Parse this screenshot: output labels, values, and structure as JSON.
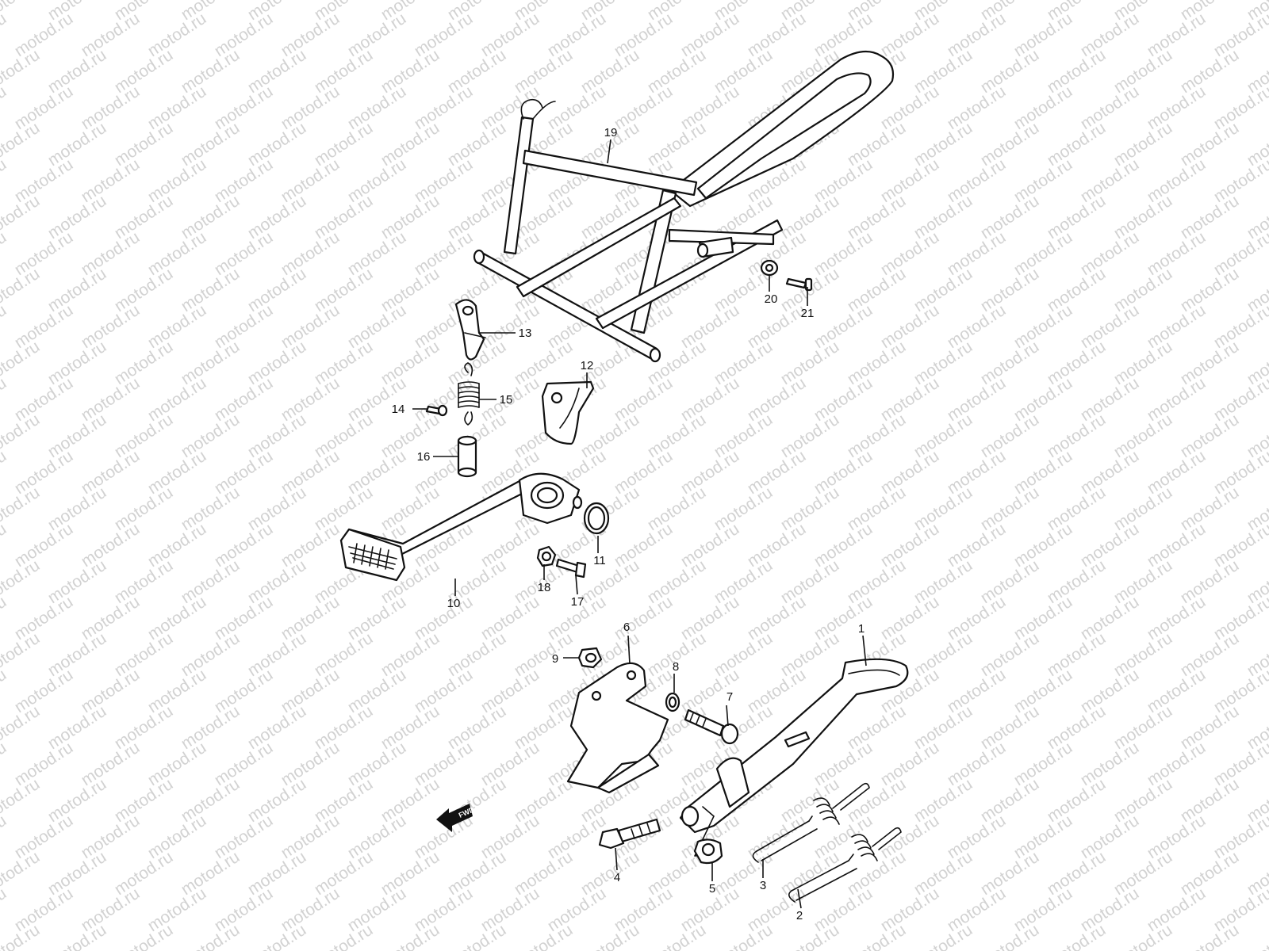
{
  "watermark": "motod.ru",
  "fwd_label": "FWD",
  "callouts": [
    "1",
    "2",
    "3",
    "4",
    "5",
    "6",
    "7",
    "8",
    "9",
    "10",
    "11",
    "12",
    "13",
    "14",
    "15",
    "16",
    "17",
    "18",
    "19",
    "20",
    "21"
  ],
  "colors": {
    "line": "#111111",
    "watermark": "#d2d2d2",
    "background": "#ffffff"
  }
}
